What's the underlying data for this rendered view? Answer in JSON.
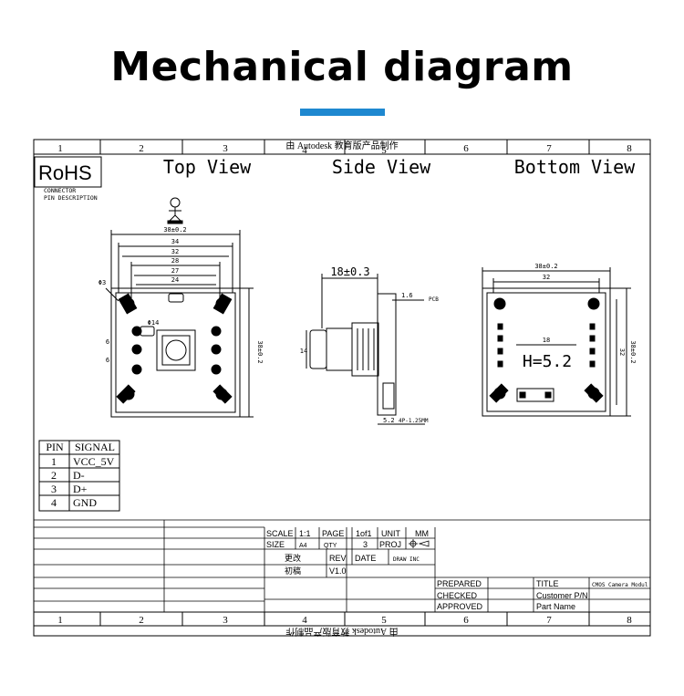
{
  "page_title": "Mechanical diagram",
  "accent_color": "#1e88d0",
  "sheet": {
    "header_text": "由 Autodesk 教育版产品制作",
    "footer_text": "由 Autodesk 教育版产品制作",
    "columns": [
      "1",
      "2",
      "3",
      "4",
      "5",
      "6",
      "7",
      "8"
    ],
    "rohs": "RoHS",
    "connector_note": "CONNECTOR",
    "pin_desc_note": "PIN DESCRIPTION"
  },
  "views": {
    "top": {
      "title": "Top View",
      "dims": {
        "overall": "38±0.2",
        "d34": "34",
        "d32": "32",
        "d28": "28",
        "d27": "27",
        "d24": "24",
        "side": "38±0.2",
        "left6a": "6",
        "left6b": "6",
        "hole": "Φ3",
        "lens": "Φ14"
      }
    },
    "side": {
      "title": "Side View",
      "dims": {
        "length": "18±0.3",
        "thickness": "1.6",
        "pcb": "PCB",
        "height": "14",
        "lens_gap": "5.2",
        "connector": "4P-1.25MM"
      }
    },
    "bottom": {
      "title": "Bottom View",
      "dims": {
        "overall": "38±0.2",
        "d32": "32",
        "d18": "18",
        "height_label": "H=5.2",
        "side32": "32",
        "side38": "38±0.2"
      }
    }
  },
  "pin_table": {
    "headers": [
      "PIN",
      "SIGNAL"
    ],
    "rows": [
      [
        "1",
        "VCC_5V"
      ],
      [
        "2",
        "D-"
      ],
      [
        "3",
        "D+"
      ],
      [
        "4",
        "GND"
      ]
    ]
  },
  "title_block": {
    "scale_label": "SCALE",
    "scale_value": "1:1",
    "page_label": "PAGE",
    "page_value": "1of1",
    "unit_label": "UNIT",
    "unit_value": "MM",
    "size_label": "SIZE",
    "size_value": "A4",
    "qty_label": "QTY",
    "qty_value": "3",
    "proj_label": "PROJ",
    "change_label": "更改",
    "rev_label": "REV",
    "date_label": "DATE",
    "drawing_no": "DRAW INC",
    "initial_label": "初稿",
    "rev_value": "V1.0",
    "prepared": "PREPARED",
    "checked": "CHECKED",
    "approved": "APPROVED",
    "title_label": "TITLE",
    "title_value": "CMOS Camera Modul",
    "customer_pn": "Customer P/N",
    "part_name": "Part Name"
  }
}
